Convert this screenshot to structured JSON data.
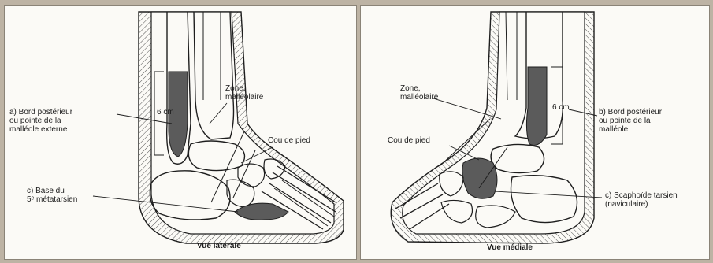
{
  "figure": {
    "left_panel": {
      "caption": "Vue latérale",
      "measure": "6 cm",
      "labels": {
        "zone": "Zone,\nmalléolaire",
        "bord": "a) Bord postérieur\nou pointe de la\nmalléole externe",
        "cou": "Cou de pied",
        "base": "c) Base du\n5ᵉ métatarsien"
      }
    },
    "right_panel": {
      "caption": "Vue médiale",
      "measure": "6 cm",
      "labels": {
        "zone": "Zone,\nmalléolaire",
        "bord": "b) Bord postérieur\nou pointe de la\nmalléole",
        "cou": "Cou de pied",
        "scaphoide": "c) Scaphoïde tarsien\n(naviculaire)"
      }
    },
    "colors": {
      "background": "#bdb3a4",
      "panel": "#fbfaf6",
      "line": "#1e1e1e",
      "shaded_bone": "#5b5b5b"
    }
  }
}
